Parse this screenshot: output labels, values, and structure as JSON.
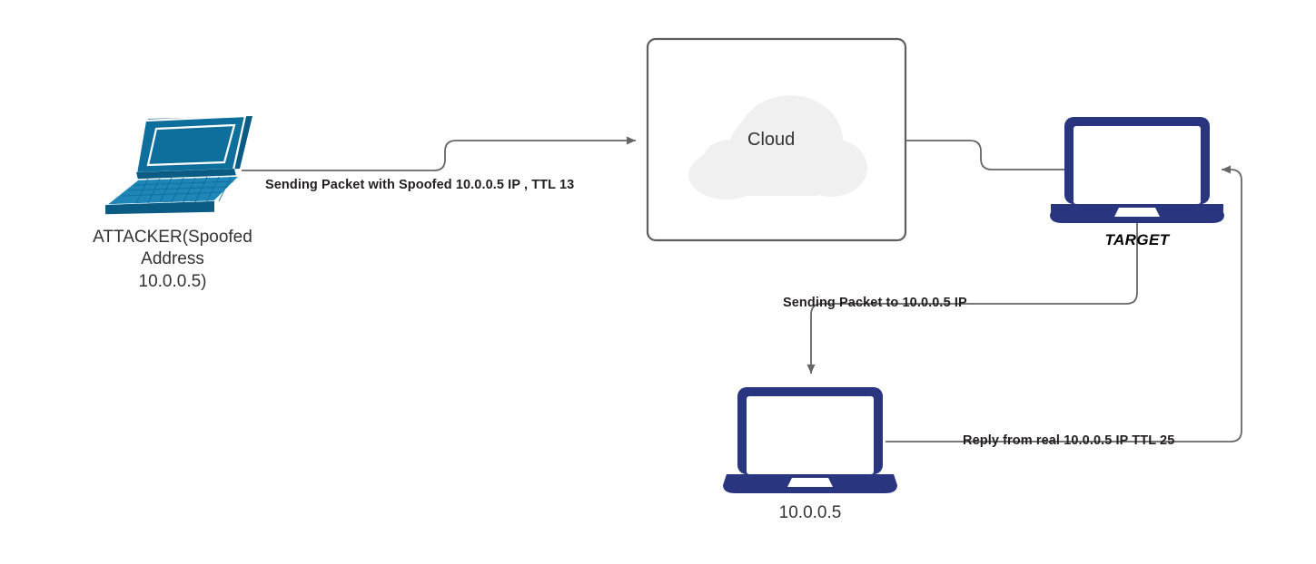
{
  "diagram": {
    "title": "IP Spoofing / TTL reflection network diagram",
    "background": "#ffffff",
    "colors": {
      "attacker_laptop": "#0E6E9C",
      "attacker_laptop_light": "#1E87B8",
      "attacker_laptop_dark": "#0B5C85",
      "device_navy": "#2A3580",
      "cloud_fill": "#F0F0F0",
      "box_stroke": "#5E5E5E",
      "edge_stroke": "#666666",
      "label_text": "#231f20",
      "node_text": "#333333"
    }
  },
  "nodes": {
    "attacker": {
      "icon": "laptop-3d-icon",
      "label_lines": [
        "ATTACKER(Spoofed",
        "Address",
        "10.0.0.5)"
      ],
      "label": "ATTACKER(Spoofed Address 10.0.0.5)"
    },
    "cloud_box": {
      "icon": "cloud-icon",
      "label": "Cloud"
    },
    "target": {
      "icon": "laptop-icon",
      "label": "TARGET"
    },
    "real_host": {
      "icon": "laptop-icon",
      "label": "10.0.0.5"
    }
  },
  "edges": [
    {
      "id": "attacker-to-cloud",
      "from": "attacker",
      "to": "cloud_box",
      "label": "Sending Packet with Spoofed 10.0.0.5 IP , TTL 13",
      "arrow": "end"
    },
    {
      "id": "cloud-to-target",
      "from": "cloud_box",
      "to": "target",
      "label": "",
      "arrow": "none"
    },
    {
      "id": "target-to-real-host",
      "from": "target",
      "to": "real_host",
      "label": "Sending Packet to 10.0.0.5 IP",
      "arrow": "end"
    },
    {
      "id": "real-host-to-target",
      "from": "real_host",
      "to": "target",
      "label": "Reply from real 10.0.0.5 IP TTL 25",
      "arrow": "end"
    }
  ]
}
